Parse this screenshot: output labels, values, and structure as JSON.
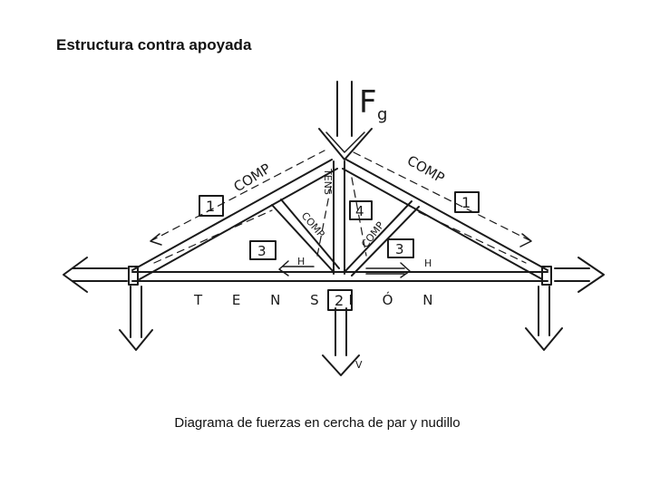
{
  "slide": {
    "title": "Estructura contra apoyada",
    "caption": "Diagrama de fuerzas en cercha de par y nudillo"
  },
  "diagram": {
    "labels": {
      "load": "F",
      "load_sub": "g",
      "comp_left": "COMP",
      "comp_right": "COMP",
      "comp_web_left": "COMP",
      "comp_web_right": "COMP",
      "tens_vertical": "TENS",
      "tension_bottom": "T E N S I Ó N",
      "h_left": "H",
      "h_right": "H",
      "v_bottom": "V"
    },
    "member_numbers": {
      "left_rafter": "1",
      "right_rafter": "1",
      "bottom_chord": "2",
      "left_web": "3",
      "right_web": "3",
      "king_post": "4"
    }
  }
}
